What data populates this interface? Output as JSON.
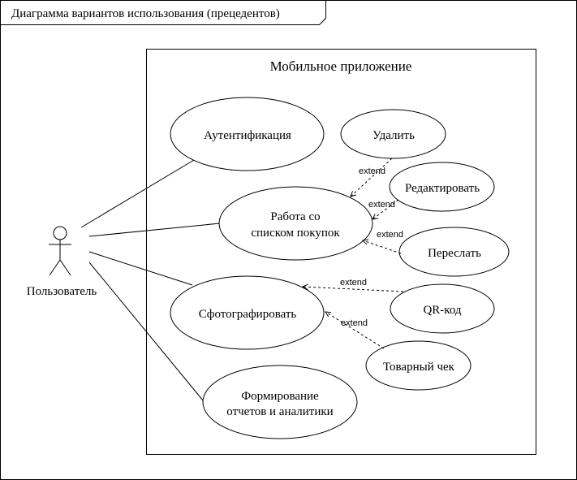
{
  "frame": {
    "title": "Диаграмма вариантов использования (прецедентов)"
  },
  "system": {
    "title": "Мобильное приложение"
  },
  "actor": {
    "name": "Пользователь"
  },
  "use_cases": {
    "auth": "Аутентификация",
    "list_line1": "Работа со",
    "list_line2": "списком покупок",
    "photo": "Сфотографировать",
    "reports_line1": "Формирование",
    "reports_line2": "отчетов и аналитики",
    "delete": "Удалить",
    "edit": "Редактировать",
    "forward": "Переслать",
    "qr": "QR-код",
    "receipt": "Товарный чек"
  },
  "relations": {
    "extend_delete": "extend",
    "extend_edit": "extend",
    "extend_forward": "extend",
    "extend_qr": "extend",
    "extend_receipt": "extend"
  }
}
